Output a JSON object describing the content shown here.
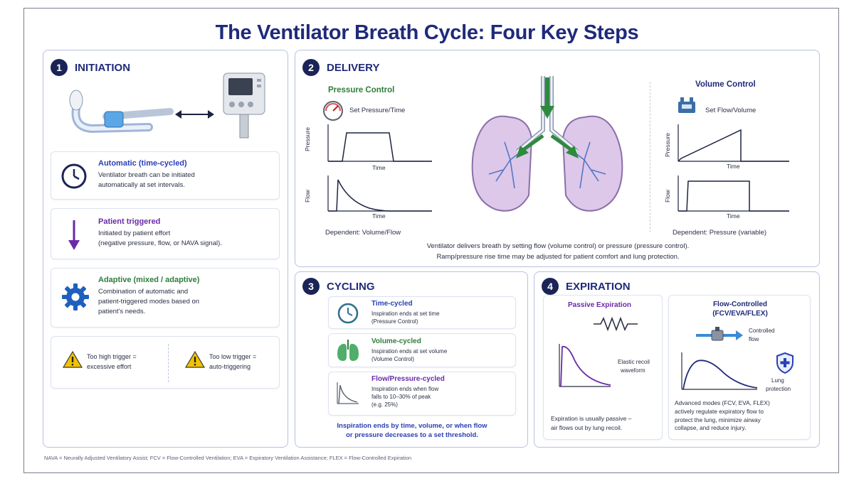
{
  "title": "The Ventilator Breath Cycle: Four Key Steps",
  "initiation": {
    "number": "1",
    "title": "INITIATION",
    "automatic": {
      "heading": "Automatic (time-cycled)",
      "desc1": "Ventilator breath can be initiated",
      "desc2": "automatically at set intervals."
    },
    "patient": {
      "heading": "Patient triggered",
      "desc1": "Initiated by patient effort",
      "desc2": "(negative pressure, flow, or NAVA signal)."
    },
    "adaptive": {
      "heading": "Adaptive (mixed / adaptive)",
      "desc1": "Combination of automatic and",
      "desc2": "patient-triggered modes based on",
      "desc3": "patient's needs."
    },
    "warn_high": {
      "line1": "Too high trigger =",
      "line2": "excessive effort"
    },
    "warn_low": {
      "line1": "Too low trigger =",
      "line2": "auto-triggering"
    }
  },
  "delivery": {
    "number": "2",
    "title": "DELIVERY",
    "pc": {
      "heading": "Pressure Control",
      "set": "Set Pressure/Time",
      "ylabel_top": "Pressure",
      "ylabel_bottom": "Flow",
      "xlabel": "Time",
      "dependent": "Dependent: Volume/Flow"
    },
    "vc": {
      "heading": "Volume Control",
      "set": "Set Flow/Volume",
      "ylabel_top": "Pressure",
      "ylabel_bottom": "Flow",
      "xlabel": "Time",
      "dependent": "Dependent: Pressure (variable)"
    },
    "note1": "Ventilator delivers breath by setting flow (volume control) or pressure (pressure control).",
    "note2": "Ramp/pressure rise time may be adjusted for patient comfort and lung protection."
  },
  "cycling": {
    "number": "3",
    "title": "CYCLING",
    "time": {
      "heading": "Time-cycled",
      "desc1": "Inspiration ends at set time",
      "desc2": "(Pressure Control)"
    },
    "volume": {
      "heading": "Volume-cycled",
      "desc1": "Inspiration ends at set volume",
      "desc2": "(Volume Control)"
    },
    "flow": {
      "heading": "Flow/Pressure-cycled",
      "desc1": "Inspiration ends when flow",
      "desc2": "falls to 10–30% of peak",
      "desc3": "(e.g. 25%)"
    },
    "note1": "Inspiration ends by time, volume, or when flow",
    "note2": "or pressure decreases to a set threshold."
  },
  "expiration": {
    "number": "4",
    "title": "EXPIRATION",
    "passive": {
      "heading": "Passive Expiration",
      "recoil1": "Elastic recoil",
      "recoil2": "waveform",
      "desc1": "Expiration is usually passive –",
      "desc2": "air flows out by lung recoil."
    },
    "flow": {
      "heading1": "Flow-Controlled",
      "heading2": "(FCV/EVA/FLEX)",
      "ctrl1": "Controlled",
      "ctrl2": "flow",
      "prot1": "Lung",
      "prot2": "protection",
      "desc1": "Advanced modes (FCV, EVA, FLEX)",
      "desc2": "actively regulate expiratory flow to",
      "desc3": "protect the lung, minimize airway",
      "desc4": "collapse, and reduce injury."
    }
  },
  "footer": "NAVA = Neurally Adjusted Ventilatory Assist; FCV = Flow-Controlled Ventilation; EVA = Expiratory Ventilation Assistance; FLEX = Flow-Controlled Expiration",
  "colors": {
    "navy": "#1b2457",
    "title": "#1f2a7a",
    "accent_blue": "#2a3fb5",
    "purple": "#6a2aa8",
    "green": "#2e7d3a",
    "lung": "#d9c3e6",
    "warning": "#f2c200"
  },
  "icons": [
    "clock-icon",
    "down-arrow-icon",
    "gear-icon",
    "warning-icon",
    "gauge-icon",
    "flow-meter-icon",
    "lungs-icon",
    "spring-icon",
    "valve-icon",
    "shield-icon",
    "ventilator-icon",
    "airway-tube-icon"
  ]
}
